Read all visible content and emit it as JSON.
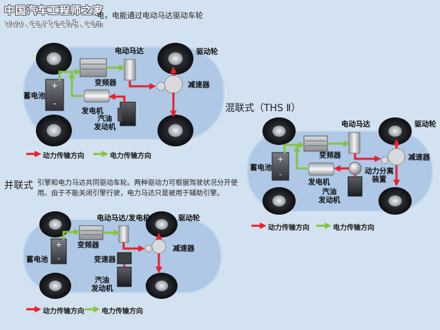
{
  "watermark": {
    "site_name": "中国汽车工程师之家",
    "url": "www.cartech8.com"
  },
  "series": {
    "intro_text": "电，电能通过电动马达驱动车轮",
    "labels": {
      "motor": "电动马达",
      "drive_wheel": "驱动轮",
      "inverter": "变频器",
      "reducer": "减速器",
      "battery": "蓄电池",
      "generator": "发电机",
      "engine": "汽油\n发动机"
    },
    "legend": {
      "power": "动力传输方向",
      "electric": "电力传输方向"
    }
  },
  "parallel": {
    "heading": "并联式",
    "description": "引擎和电力马达共同驱动车轮。两种驱动力可根据驾驶状况分开使用。由于不能关闭引擎行驶，电力马达只是被用于辅助引擎。",
    "labels": {
      "motor_generator": "电动马达/发电机",
      "drive_wheel": "驱动轮",
      "inverter": "变频器",
      "reducer": "减速器",
      "battery": "蓄电池",
      "transmission": "变速器",
      "engine": "汽油\n发动机"
    },
    "legend": {
      "power": "动力传输方向",
      "electric": "电力传输方向"
    }
  },
  "series_parallel": {
    "heading": "混联式（THS Ⅱ）",
    "labels": {
      "motor": "电动马达",
      "drive_wheel": "驱动轮",
      "inverter": "变频器",
      "reducer": "减速器",
      "battery": "蓄电池",
      "generator": "发电机",
      "power_split": "动力分离\n装置",
      "engine": "汽油\n发动机"
    },
    "legend": {
      "power": "动力传输方向",
      "electric": "电力传输方向"
    }
  },
  "colors": {
    "power_arrow": "#e8202a",
    "electric_arrow": "#86c440",
    "car_body": "#aec8e6",
    "background": "#d3e2f0"
  }
}
